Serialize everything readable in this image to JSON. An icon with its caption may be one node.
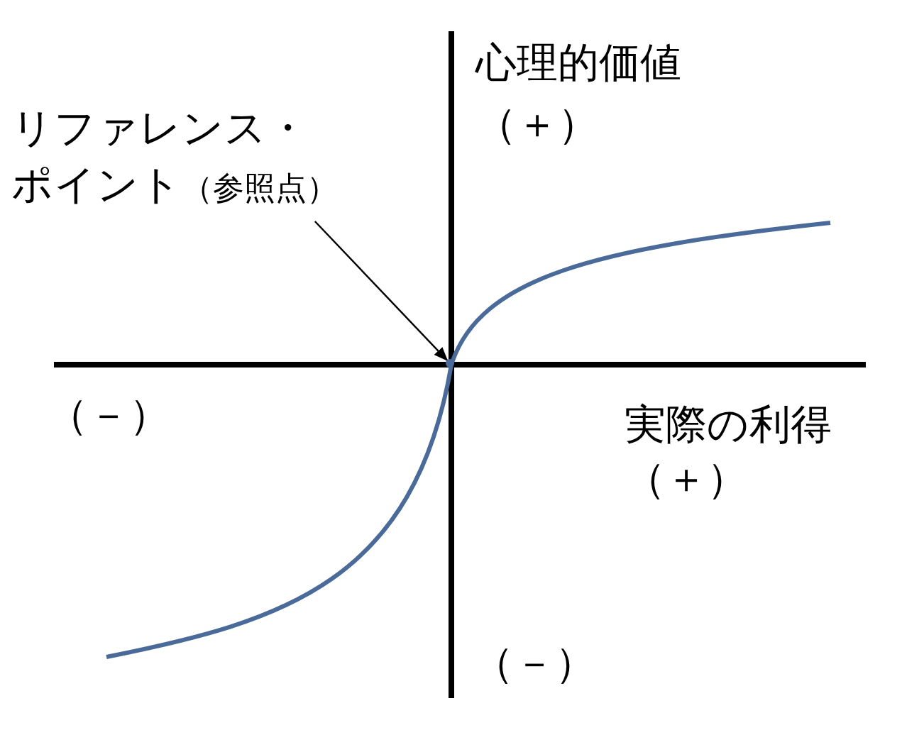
{
  "diagram": {
    "nodes": [
      {
        "text": [
          "リファレンス・ポイント",
          "（参照点）"
        ]
      },
      {
        "text": [],
        "shape": "circle"
      }
    ],
    "edges": [
      {
        "from": 0,
        "to": 1,
        "arrow": "to"
      }
    ],
    "labels": [
      "心理的価値",
      "（＋）",
      "（－）",
      "実際の利得",
      "（＋）",
      "（－）"
    ]
  }
}
